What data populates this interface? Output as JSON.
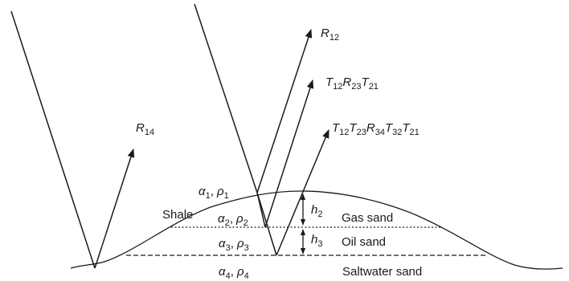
{
  "colors": {
    "ink": "#1a1a1a",
    "background": "#ffffff"
  },
  "arrows": {
    "r12": {
      "sym": "R",
      "sub": "12"
    },
    "t12r23t21": [
      {
        "sym": "T",
        "sub": "12"
      },
      {
        "sym": "R",
        "sub": "23"
      },
      {
        "sym": "T",
        "sub": "21"
      }
    ],
    "t12t23r34t32t21": [
      {
        "sym": "T",
        "sub": "12"
      },
      {
        "sym": "T",
        "sub": "23"
      },
      {
        "sym": "R",
        "sub": "34"
      },
      {
        "sym": "T",
        "sub": "32"
      },
      {
        "sym": "T",
        "sub": "21"
      }
    ],
    "r14": {
      "sym": "R",
      "sub": "14"
    }
  },
  "layers": {
    "layer1": {
      "a": "α",
      "a_sub": "1",
      "sep": ", ",
      "r": "ρ",
      "r_sub": "1"
    },
    "layer2": {
      "a": "α",
      "a_sub": "2",
      "sep": ", ",
      "r": "ρ",
      "r_sub": "2"
    },
    "layer3": {
      "a": "α",
      "a_sub": "3",
      "sep": ", ",
      "r": "ρ",
      "r_sub": "3"
    },
    "layer4": {
      "a": "α",
      "a_sub": "4",
      "sep": ", ",
      "r": "ρ",
      "r_sub": "4"
    }
  },
  "labels": {
    "shale": "Shale",
    "gas_sand": "Gas sand",
    "oil_sand": "Oil sand",
    "saltwater_sand": "Saltwater sand"
  },
  "thickness": {
    "h2": {
      "sym": "h",
      "sub": "2"
    },
    "h3": {
      "sym": "h",
      "sub": "3"
    }
  }
}
